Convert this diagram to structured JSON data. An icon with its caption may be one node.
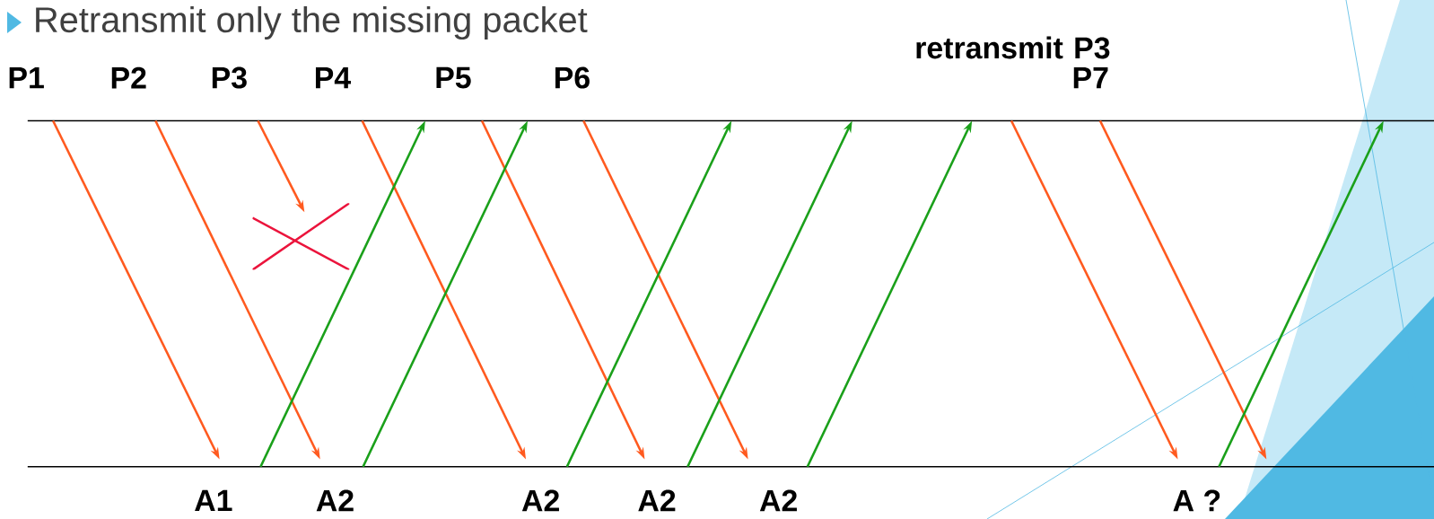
{
  "diagram": {
    "title": "Retransmit only the missing packet",
    "nodes": [
      {
        "text": [],
        "shape": "bar"
      },
      {
        "text": [],
        "shape": "bar"
      },
      {
        "text": [],
        "shape": "cross"
      }
    ],
    "edges": [
      {
        "from": 0,
        "to": 1,
        "arrow": "to"
      },
      {
        "from": 0,
        "to": 1,
        "arrow": "to"
      },
      {
        "from": 0,
        "to": 2,
        "arrow": "to"
      },
      {
        "from": 0,
        "to": 1,
        "arrow": "to"
      },
      {
        "from": 0,
        "to": 1,
        "arrow": "to"
      },
      {
        "from": 0,
        "to": 1,
        "arrow": "to"
      },
      {
        "from": 0,
        "to": 1,
        "arrow": "to"
      },
      {
        "from": 0,
        "to": 1,
        "arrow": "to"
      },
      {
        "from": 1,
        "to": 0,
        "arrow": "to",
        "color": "#1aa01a"
      },
      {
        "from": 1,
        "to": 0,
        "arrow": "to",
        "color": "#1aa01a"
      },
      {
        "from": 1,
        "to": 0,
        "arrow": "to",
        "color": "#1aa01a"
      },
      {
        "from": 1,
        "to": 0,
        "arrow": "to",
        "color": "#1aa01a"
      },
      {
        "from": 1,
        "to": 0,
        "arrow": "to",
        "color": "#1aa01a"
      },
      {
        "from": 1,
        "to": 0,
        "arrow": "to",
        "color": "#1aa01a"
      }
    ],
    "labels": [
      "P1",
      "P2",
      "P3",
      "P4",
      "P5",
      "P6",
      "retransmit P3",
      "P7",
      "A1",
      "A2",
      "A2",
      "A2",
      "A2",
      "A ?"
    ]
  }
}
